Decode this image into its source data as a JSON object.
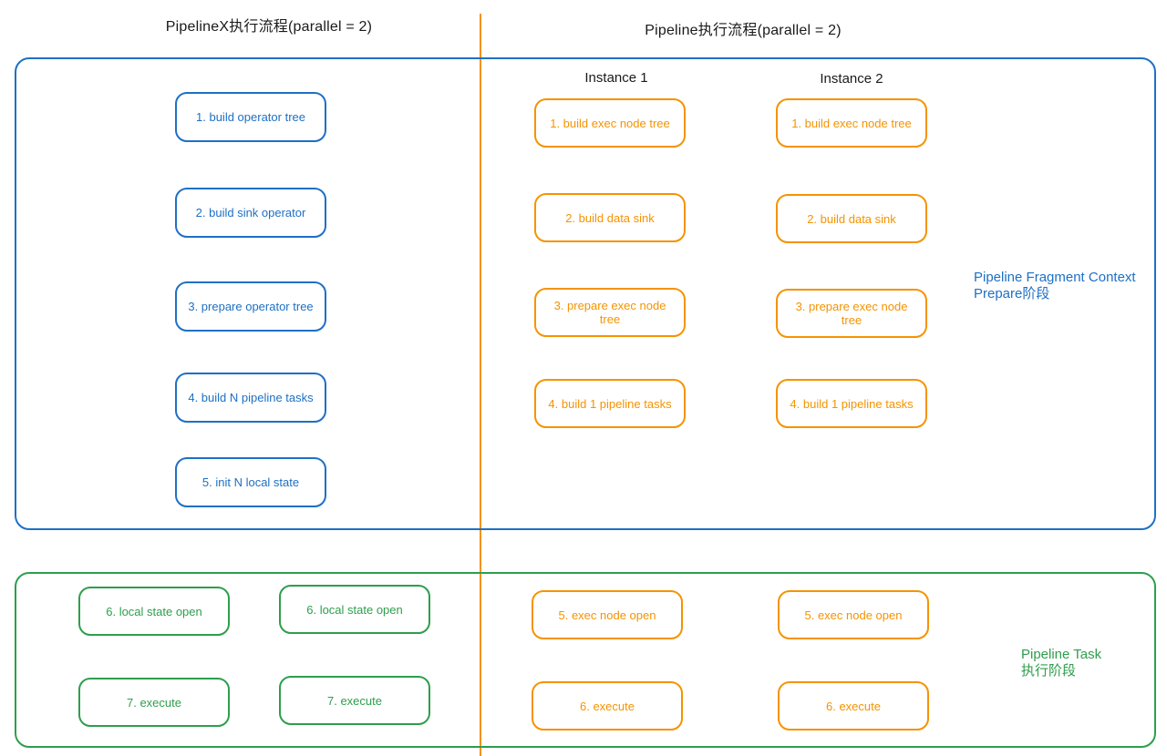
{
  "titles": {
    "left": "PipelineX执行流程(parallel = 2)",
    "right": "Pipeline执行流程(parallel = 2)"
  },
  "prepare": {
    "side_label": [
      "Pipeline Fragment Context",
      "Prepare阶段"
    ],
    "pipelinex": [
      "1. build operator tree",
      "2. build sink operator",
      "3. prepare operator tree",
      "4. build N pipeline tasks",
      "5. init N local state"
    ],
    "instance1": {
      "header": "Instance 1",
      "steps": [
        "1. build exec node tree",
        "2. build data sink",
        "3. prepare exec node tree",
        "4. build 1 pipeline tasks"
      ]
    },
    "instance2": {
      "header": "Instance 2",
      "steps": [
        "1. build exec node tree",
        "2. build data sink",
        "3. prepare exec node tree",
        "4. build 1 pipeline tasks"
      ]
    }
  },
  "task": {
    "side_label": [
      "Pipeline Task",
      "执行阶段"
    ],
    "pipelinex": [
      "6. local state open",
      "6. local state open",
      "7. execute",
      "7. execute"
    ],
    "instance1": [
      "5. exec node open",
      "6. execute"
    ],
    "instance2": [
      "5. exec node open",
      "6. execute"
    ]
  },
  "colors": {
    "blue": "#1e70c4",
    "orange": "#f59300",
    "green": "#2e9e4c"
  }
}
